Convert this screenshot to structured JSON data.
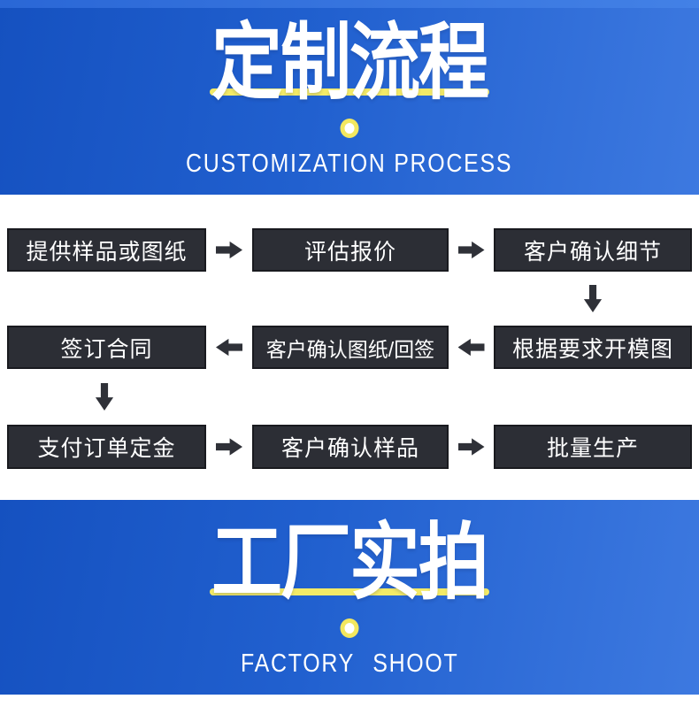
{
  "theme": {
    "banner_blue_start": "#1551c0",
    "banner_blue_end": "#3d79e0",
    "accent_yellow": "#f3e967",
    "box_background": "#2c2e35",
    "box_border": "#191a1f",
    "arrow_color": "#2f3138",
    "text_color": "#ffffff"
  },
  "customization_banner": {
    "title": "定制流程",
    "subtitle": "CUSTOMIZATION PROCESS"
  },
  "flowchart": {
    "rows": [
      {
        "arrow_direction": "right",
        "steps": [
          "提供样品或图纸",
          "评估报价",
          "客户确认细节"
        ]
      },
      {
        "arrow_direction": "left",
        "steps": [
          "签订合同",
          "客户确认图纸/回签",
          "根据要求开模图"
        ]
      },
      {
        "arrow_direction": "right",
        "steps": [
          "支付订单定金",
          "客户确认样品",
          "批量生产"
        ]
      }
    ]
  },
  "factory_banner": {
    "title": "工厂实拍",
    "subtitle": "FACTORY SHOOT"
  }
}
